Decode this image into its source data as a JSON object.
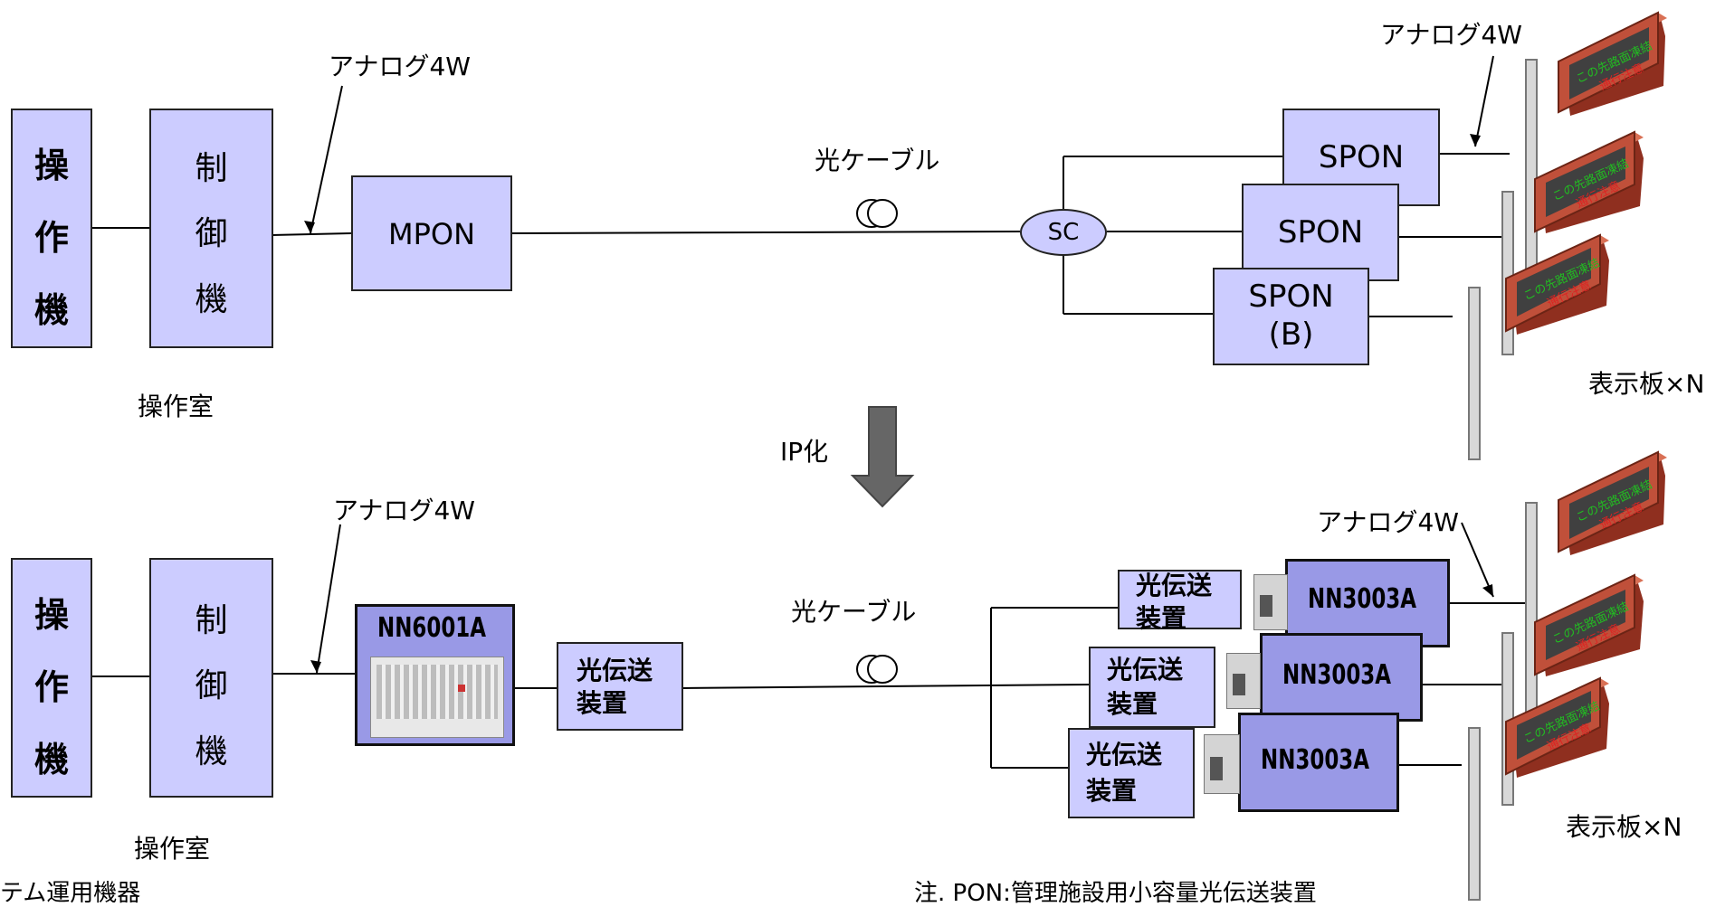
{
  "top": {
    "operator_label": [
      "操",
      "作",
      "機"
    ],
    "controller_label": [
      "制",
      "御",
      "機"
    ],
    "room_label": "操作室",
    "analog_left": "アナログ4W",
    "mpon": "MPON",
    "fiber": "光ケーブル",
    "sc": "SC",
    "spon1": "SPON",
    "spon2": "SPON",
    "spon3_line1": "SPON",
    "spon3_line2": "(B)",
    "analog_right": "アナログ4W",
    "display_label": "表示板×N"
  },
  "ip_arrow_label": "IP化",
  "bottom": {
    "operator_label": [
      "操",
      "作",
      "機"
    ],
    "controller_label": [
      "制",
      "御",
      "機"
    ],
    "room_label": "操作室",
    "analog_left": "アナログ4W",
    "nn6001": "NN6001A",
    "optical_line1": "光伝送",
    "optical_line2": "装置",
    "fiber": "光ケーブル",
    "nn3003_1": "NN3003A",
    "nn3003_2": "NN3003A",
    "nn3003_3": "NN3003A",
    "opt1_line1": "光伝送",
    "opt1_line2": "装置",
    "opt2_line1": "光伝送",
    "opt2_line2": "装置",
    "opt3_line1": "光伝送",
    "opt3_line2": "装置",
    "analog_right": "アナログ4W",
    "display_label": "表示板×N"
  },
  "footer": {
    "left": "テム運用機器",
    "note": "注. PON:管理施設用小容量光伝送装置"
  },
  "colors": {
    "box_fill": "#ccccff",
    "device_fill": "#9999e6",
    "sign_frame": "#c0503a",
    "sign_screen": "#404040",
    "sign_text_green": "#22bb22",
    "sign_text_red": "#dd2222",
    "arrow": "#666666"
  }
}
